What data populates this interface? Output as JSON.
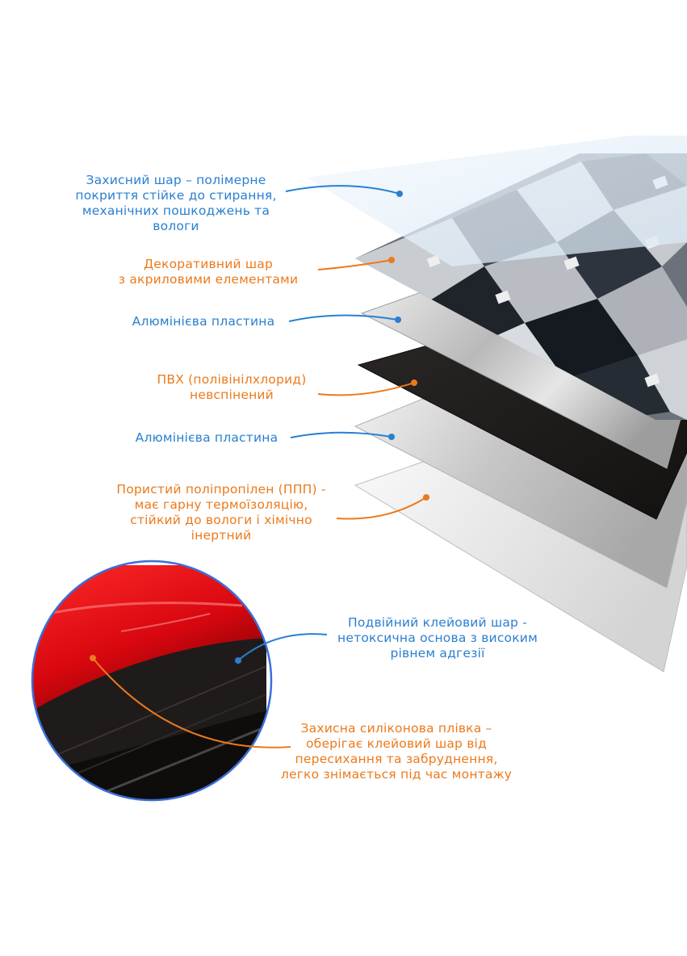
{
  "colors": {
    "blue": "#2a7fd0",
    "orange": "#ec7a1c",
    "red_film": "#e8101a",
    "black_layer": "#1e1a1a",
    "aluminium": "#d6d6d6"
  },
  "layers": [
    {
      "id": "protective",
      "color": "blue",
      "lines": [
        "Захисний шар – полімерне",
        "покриття стійке до стирання,",
        "механічних пошкоджень та",
        "вологи"
      ]
    },
    {
      "id": "decorative",
      "color": "orange",
      "lines": [
        "Декоративний шар",
        "з акриловими елементами"
      ]
    },
    {
      "id": "aluminium-1",
      "color": "blue",
      "lines": [
        "Алюмінієва пластина"
      ]
    },
    {
      "id": "pvc",
      "color": "orange",
      "lines": [
        "ПВХ (полівінілхлорид)",
        "невспінений"
      ]
    },
    {
      "id": "aluminium-2",
      "color": "blue",
      "lines": [
        "Алюмінієва пластина"
      ]
    },
    {
      "id": "foam",
      "color": "orange",
      "lines": [
        "Пористий поліпропілен (ППП) -",
        "має гарну термоїзоляцію,",
        "стійкий до вологи і хімічно",
        "інертний"
      ]
    },
    {
      "id": "adhesive",
      "color": "blue",
      "lines": [
        "Подвійний клейовий шар -",
        "нетоксична основа з високим",
        "рівнем адгезії"
      ]
    },
    {
      "id": "silicone-film",
      "color": "orange",
      "lines": [
        "Захисна силіконова плівка –",
        "оберігає клейовий шар від",
        "пересихання та забруднення,",
        "легко знімається під час монтажу"
      ]
    }
  ]
}
